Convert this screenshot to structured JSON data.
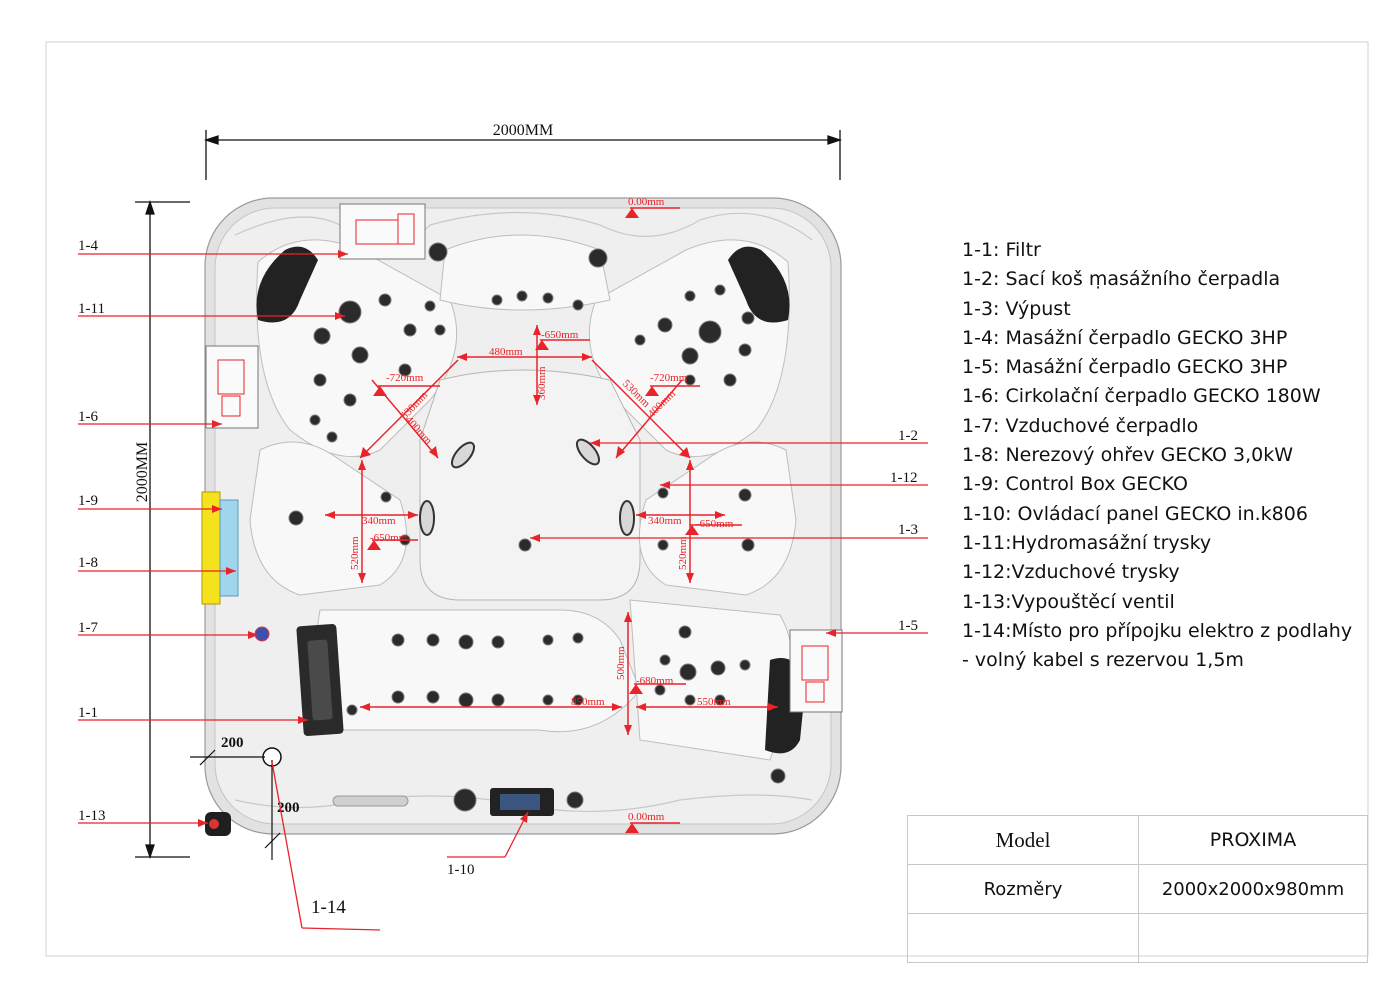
{
  "dimensions": {
    "width_label": "2000MM",
    "height_label": "2000MM",
    "offset_200_x": "200",
    "offset_200_y": "200"
  },
  "measurements": {
    "top_zero": "0.00mm",
    "bottom_zero": "0.00mm",
    "d_650_top": "-650mm",
    "d_480": "480mm",
    "d_360": "360mm",
    "d_720_left": "-720mm",
    "d_530_left": "530mm",
    "d_400_left": "400mm",
    "d_720_right": "-720mm",
    "d_530_right": "530mm",
    "d_400_right": "400mm",
    "d_340_left": "340mm",
    "d_650_left": "-650mm",
    "d_520_left": "520mm",
    "d_340_right": "340mm",
    "d_650_right": "-650mm",
    "d_520_right": "520mm",
    "d_500": "500mm",
    "d_680": "-680mm",
    "d_850": "850mm",
    "d_550": "550mm"
  },
  "callouts": {
    "c1_1": "1-1",
    "c1_2": "1-2",
    "c1_3": "1-3",
    "c1_4": "1-4",
    "c1_5": "1-5",
    "c1_6": "1-6",
    "c1_7": "1-7",
    "c1_8": "1-8",
    "c1_9": "1-9",
    "c1_10": "1-10",
    "c1_11": "1-11",
    "c1_12": "1-12",
    "c1_13": "1-13",
    "c1_14": "1-14"
  },
  "legend": [
    "1-1: Filtr",
    "1-2: Sací koš ṃasážního čerpadla",
    "1-3: Výpust",
    "1-4: Masážní čerpadlo GECKO 3HP",
    "1-5: Masážní čerpadlo GECKO 3HP",
    "1-6: Cirkolační čerpadlo GECKO 180W",
    "1-7: Vzduchové čerpadlo",
    "1-8: Nerezový ohřev GECKO 3,0kW",
    "1-9: Control Box GECKO",
    "1-10: Ovládací panel GECKO in.k806",
    "1-11:Hydromasážní trysky",
    "1-12:Vzduchové trysky",
    "1-13:Vypouštěcí ventil",
    "1-14:Místo pro přípojku elektro z podlahy",
    "- volný kabel s rezervou 1,5m"
  ],
  "info_table": {
    "model_label": "Model",
    "model_value": "PROXIMA",
    "size_label": "Rozměry",
    "size_value": "2000x2000x980mm"
  },
  "colors": {
    "annotation_red": "#e8232a",
    "outline_black": "#111111",
    "tub_shell": "#ececec",
    "seat_well": "#f7f7f7",
    "jet": "#2b2b2b",
    "headrest": "#222222",
    "control_box": "#f4e21c",
    "heater": "#9fd6ee",
    "air_pump": "#3e4fb0",
    "pump_box_border": "#777777"
  }
}
